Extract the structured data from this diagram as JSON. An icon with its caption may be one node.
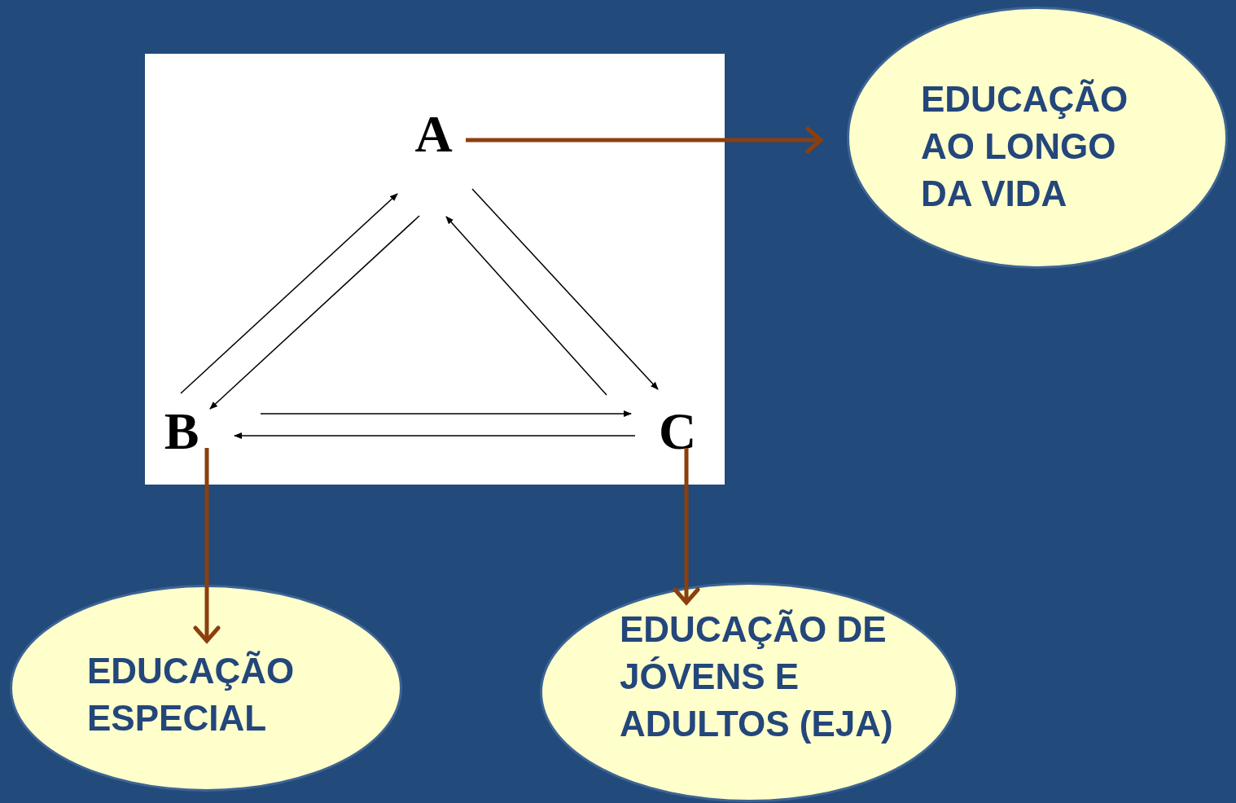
{
  "diagram": {
    "nodes": [
      {
        "text": [
          "A"
        ]
      },
      {
        "text": [
          "B"
        ]
      },
      {
        "text": [
          "C"
        ]
      },
      {
        "text": [
          "EDUCAÇÃO AO LONGO DA VIDA"
        ]
      },
      {
        "text": [
          "EDUCAÇÃO ESPECIAL"
        ]
      },
      {
        "text": [
          "EDUCAÇÃO DE JÓVENS E ADULTOS (EJA)"
        ]
      }
    ],
    "edges": [
      {
        "from": 0,
        "to": 1,
        "arrow": "to"
      },
      {
        "from": 1,
        "to": 0,
        "arrow": "to"
      },
      {
        "from": 0,
        "to": 2,
        "arrow": "to"
      },
      {
        "from": 2,
        "to": 0,
        "arrow": "to"
      },
      {
        "from": 1,
        "to": 2,
        "arrow": "to"
      },
      {
        "from": 2,
        "to": 1,
        "arrow": "to"
      },
      {
        "from": 0,
        "to": 3,
        "arrow": "to",
        "style": "thick",
        "color": "#8b3f0f"
      },
      {
        "from": 1,
        "to": 4,
        "arrow": "to",
        "style": "thick",
        "color": "#8b3f0f"
      },
      {
        "from": 2,
        "to": 5,
        "arrow": "to",
        "style": "thick",
        "color": "#8b3f0f"
      }
    ]
  }
}
